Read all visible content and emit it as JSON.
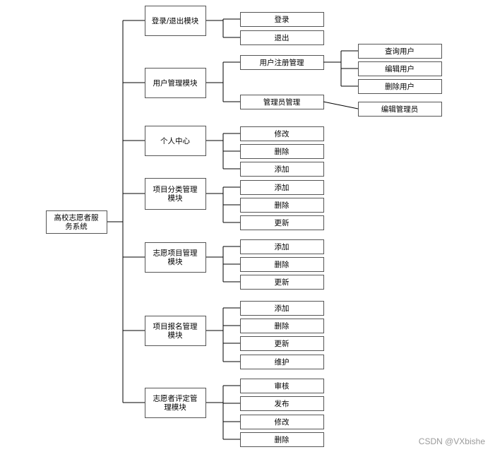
{
  "root": {
    "label": [
      "高校志愿者服",
      "务系统"
    ]
  },
  "modules": [
    {
      "label": [
        "登录/退出模块"
      ],
      "children": [
        {
          "label": "登录"
        },
        {
          "label": "退出"
        }
      ]
    },
    {
      "label": [
        "用户管理模块"
      ],
      "children": [
        {
          "label": "用户注册管理",
          "children": [
            {
              "label": "查询用户"
            },
            {
              "label": "编辑用户"
            },
            {
              "label": "删除用户"
            }
          ]
        },
        {
          "label": "管理员管理",
          "children": [
            {
              "label": "编辑管理员"
            }
          ]
        }
      ]
    },
    {
      "label": [
        "个人中心"
      ],
      "children": [
        {
          "label": "修改"
        },
        {
          "label": "删除"
        },
        {
          "label": "添加"
        }
      ]
    },
    {
      "label": [
        "项目分类管理",
        "模块"
      ],
      "children": [
        {
          "label": "添加"
        },
        {
          "label": "删除"
        },
        {
          "label": "更新"
        }
      ]
    },
    {
      "label": [
        "志愿项目管理",
        "模块"
      ],
      "children": [
        {
          "label": "添加"
        },
        {
          "label": "删除"
        },
        {
          "label": "更新"
        }
      ]
    },
    {
      "label": [
        "项目报名管理",
        "模块"
      ],
      "children": [
        {
          "label": "添加"
        },
        {
          "label": "删除"
        },
        {
          "label": "更新"
        },
        {
          "label": "维护"
        }
      ]
    },
    {
      "label": [
        "志愿者评定管",
        "理模块"
      ],
      "children": [
        {
          "label": "审核"
        },
        {
          "label": "发布"
        },
        {
          "label": "修改"
        },
        {
          "label": "删除"
        }
      ]
    }
  ],
  "watermark": "CSDN @VXbishe",
  "colors": {
    "line": "#000000",
    "box_border": "#555555",
    "text": "#000000"
  }
}
